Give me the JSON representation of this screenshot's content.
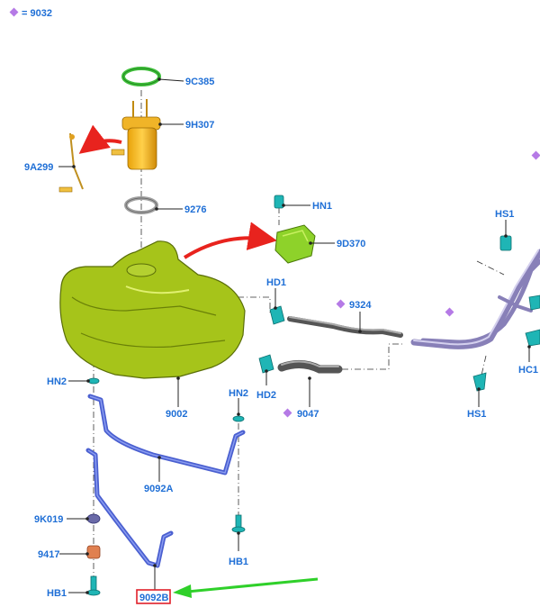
{
  "legend": {
    "text": "= 9032",
    "marker_color": "#b57ae6"
  },
  "labels": {
    "9C385": "9C385",
    "9H307": "9H307",
    "9A299": "9A299",
    "9276": "9276",
    "HN1": "HN1",
    "9D370": "9D370",
    "HS1_top": "HS1",
    "HD1": "HD1",
    "9324": "9324",
    "HC1": "HC1",
    "HN2_left": "HN2",
    "HN2_right": "HN2",
    "HD2": "HD2",
    "9002": "9002",
    "9047": "9047",
    "HS1_bottom": "HS1",
    "9092A": "9092A",
    "9K019": "9K019",
    "9417": "9417",
    "HB1_left": "HB1",
    "HB1_right": "HB1",
    "9092B": "9092B"
  },
  "colors": {
    "label": "#1f6fd6",
    "highlight_box": "#e0202a",
    "red_arrow": "#e8231e",
    "green_arrow": "#2fd02a",
    "marker": "#b57ae6"
  }
}
